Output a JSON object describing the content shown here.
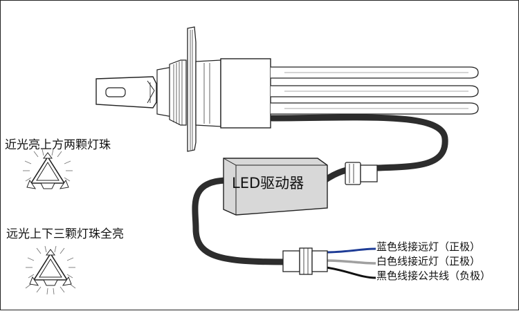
{
  "driver": {
    "label": "LED驱动器"
  },
  "beam_states": {
    "low_beam": "近光亮上方两颗灯珠",
    "high_beam": "远光上下三颗灯珠全亮"
  },
  "wires": [
    {
      "label": "蓝色线接远灯（正极）",
      "color": "#1e3c96"
    },
    {
      "label": "白色线接近灯（正极）",
      "color": "#a0a0a0"
    },
    {
      "label": "黑色线接公共线（负极）",
      "color": "#111111"
    }
  ],
  "colors": {
    "cable": "#2d2d2d",
    "driver_box": "#d8d8d8",
    "outline": "#222222"
  }
}
